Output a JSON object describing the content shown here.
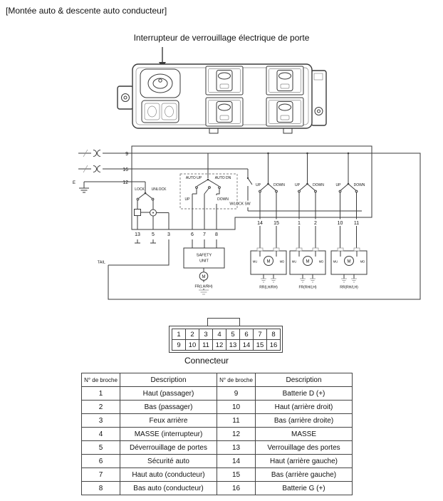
{
  "page": {
    "title": "[Montée auto & descente auto conducteur]",
    "switch_label": "Interrupteur de verrouillage électrique de porte",
    "connector_caption": "Connecteur"
  },
  "circuit": {
    "pin_9": "9",
    "pin_16": "16",
    "pin_12": "12",
    "pin_13": "13",
    "pin_5": "5",
    "pin_3": "3",
    "pin_6": "6",
    "pin_7": "7",
    "pin_8": "8",
    "pin_14": "14",
    "pin_15": "15",
    "pin_1": "1",
    "pin_2": "2",
    "pin_10": "10",
    "pin_11": "11",
    "label_lock": "LOCK",
    "label_unlock": "UNLOCK",
    "label_auto_up": "AUTO UP",
    "label_auto_dn": "AUTO DN",
    "label_up": "UP",
    "label_down": "DOWN",
    "label_wlock": "W/LOCK SW",
    "label_safety_1": "SAFETY",
    "label_safety_2": "UNIT",
    "label_tail": "TAIL",
    "label_ground": "E",
    "label_motor": "M",
    "label_mu": "MU",
    "label_md": "MD",
    "label_front_motor": "FR(LH/RH)",
    "label_motor_1": "RR(LH/RH)",
    "label_motor_2": "FR(RH/LH)",
    "label_motor_3": "RR(RH/LH)"
  },
  "connector": {
    "pins": [
      "1",
      "2",
      "3",
      "4",
      "5",
      "6",
      "7",
      "8",
      "9",
      "10",
      "11",
      "12",
      "13",
      "14",
      "15",
      "16"
    ]
  },
  "table": {
    "headers": [
      "N° de broche",
      "Description",
      "N° de broche",
      "Description"
    ],
    "rows": [
      {
        "pin_l": "1",
        "desc_l": "Haut (passager)",
        "pin_r": "9",
        "desc_r": "Batterie D (+)"
      },
      {
        "pin_l": "2",
        "desc_l": "Bas (passager)",
        "pin_r": "10",
        "desc_r": "Haut (arrière droit)"
      },
      {
        "pin_l": "3",
        "desc_l": "Feux arrière",
        "pin_r": "11",
        "desc_r": "Bas (arrière droite)"
      },
      {
        "pin_l": "4",
        "desc_l": "MASSE (interrupteur)",
        "pin_r": "12",
        "desc_r": "MASSE"
      },
      {
        "pin_l": "5",
        "desc_l": "Déverrouillage de portes",
        "pin_r": "13",
        "desc_r": "Verrouillage des portes"
      },
      {
        "pin_l": "6",
        "desc_l": "Sécurité auto",
        "pin_r": "14",
        "desc_r": "Haut (arrière gauche)"
      },
      {
        "pin_l": "7",
        "desc_l": "Haut auto (conducteur)",
        "pin_r": "15",
        "desc_r": "Bas (arrière gauche)"
      },
      {
        "pin_l": "8",
        "desc_l": "Bas auto (conducteur)",
        "pin_r": "16",
        "desc_r": "Batterie G (+)"
      }
    ]
  }
}
